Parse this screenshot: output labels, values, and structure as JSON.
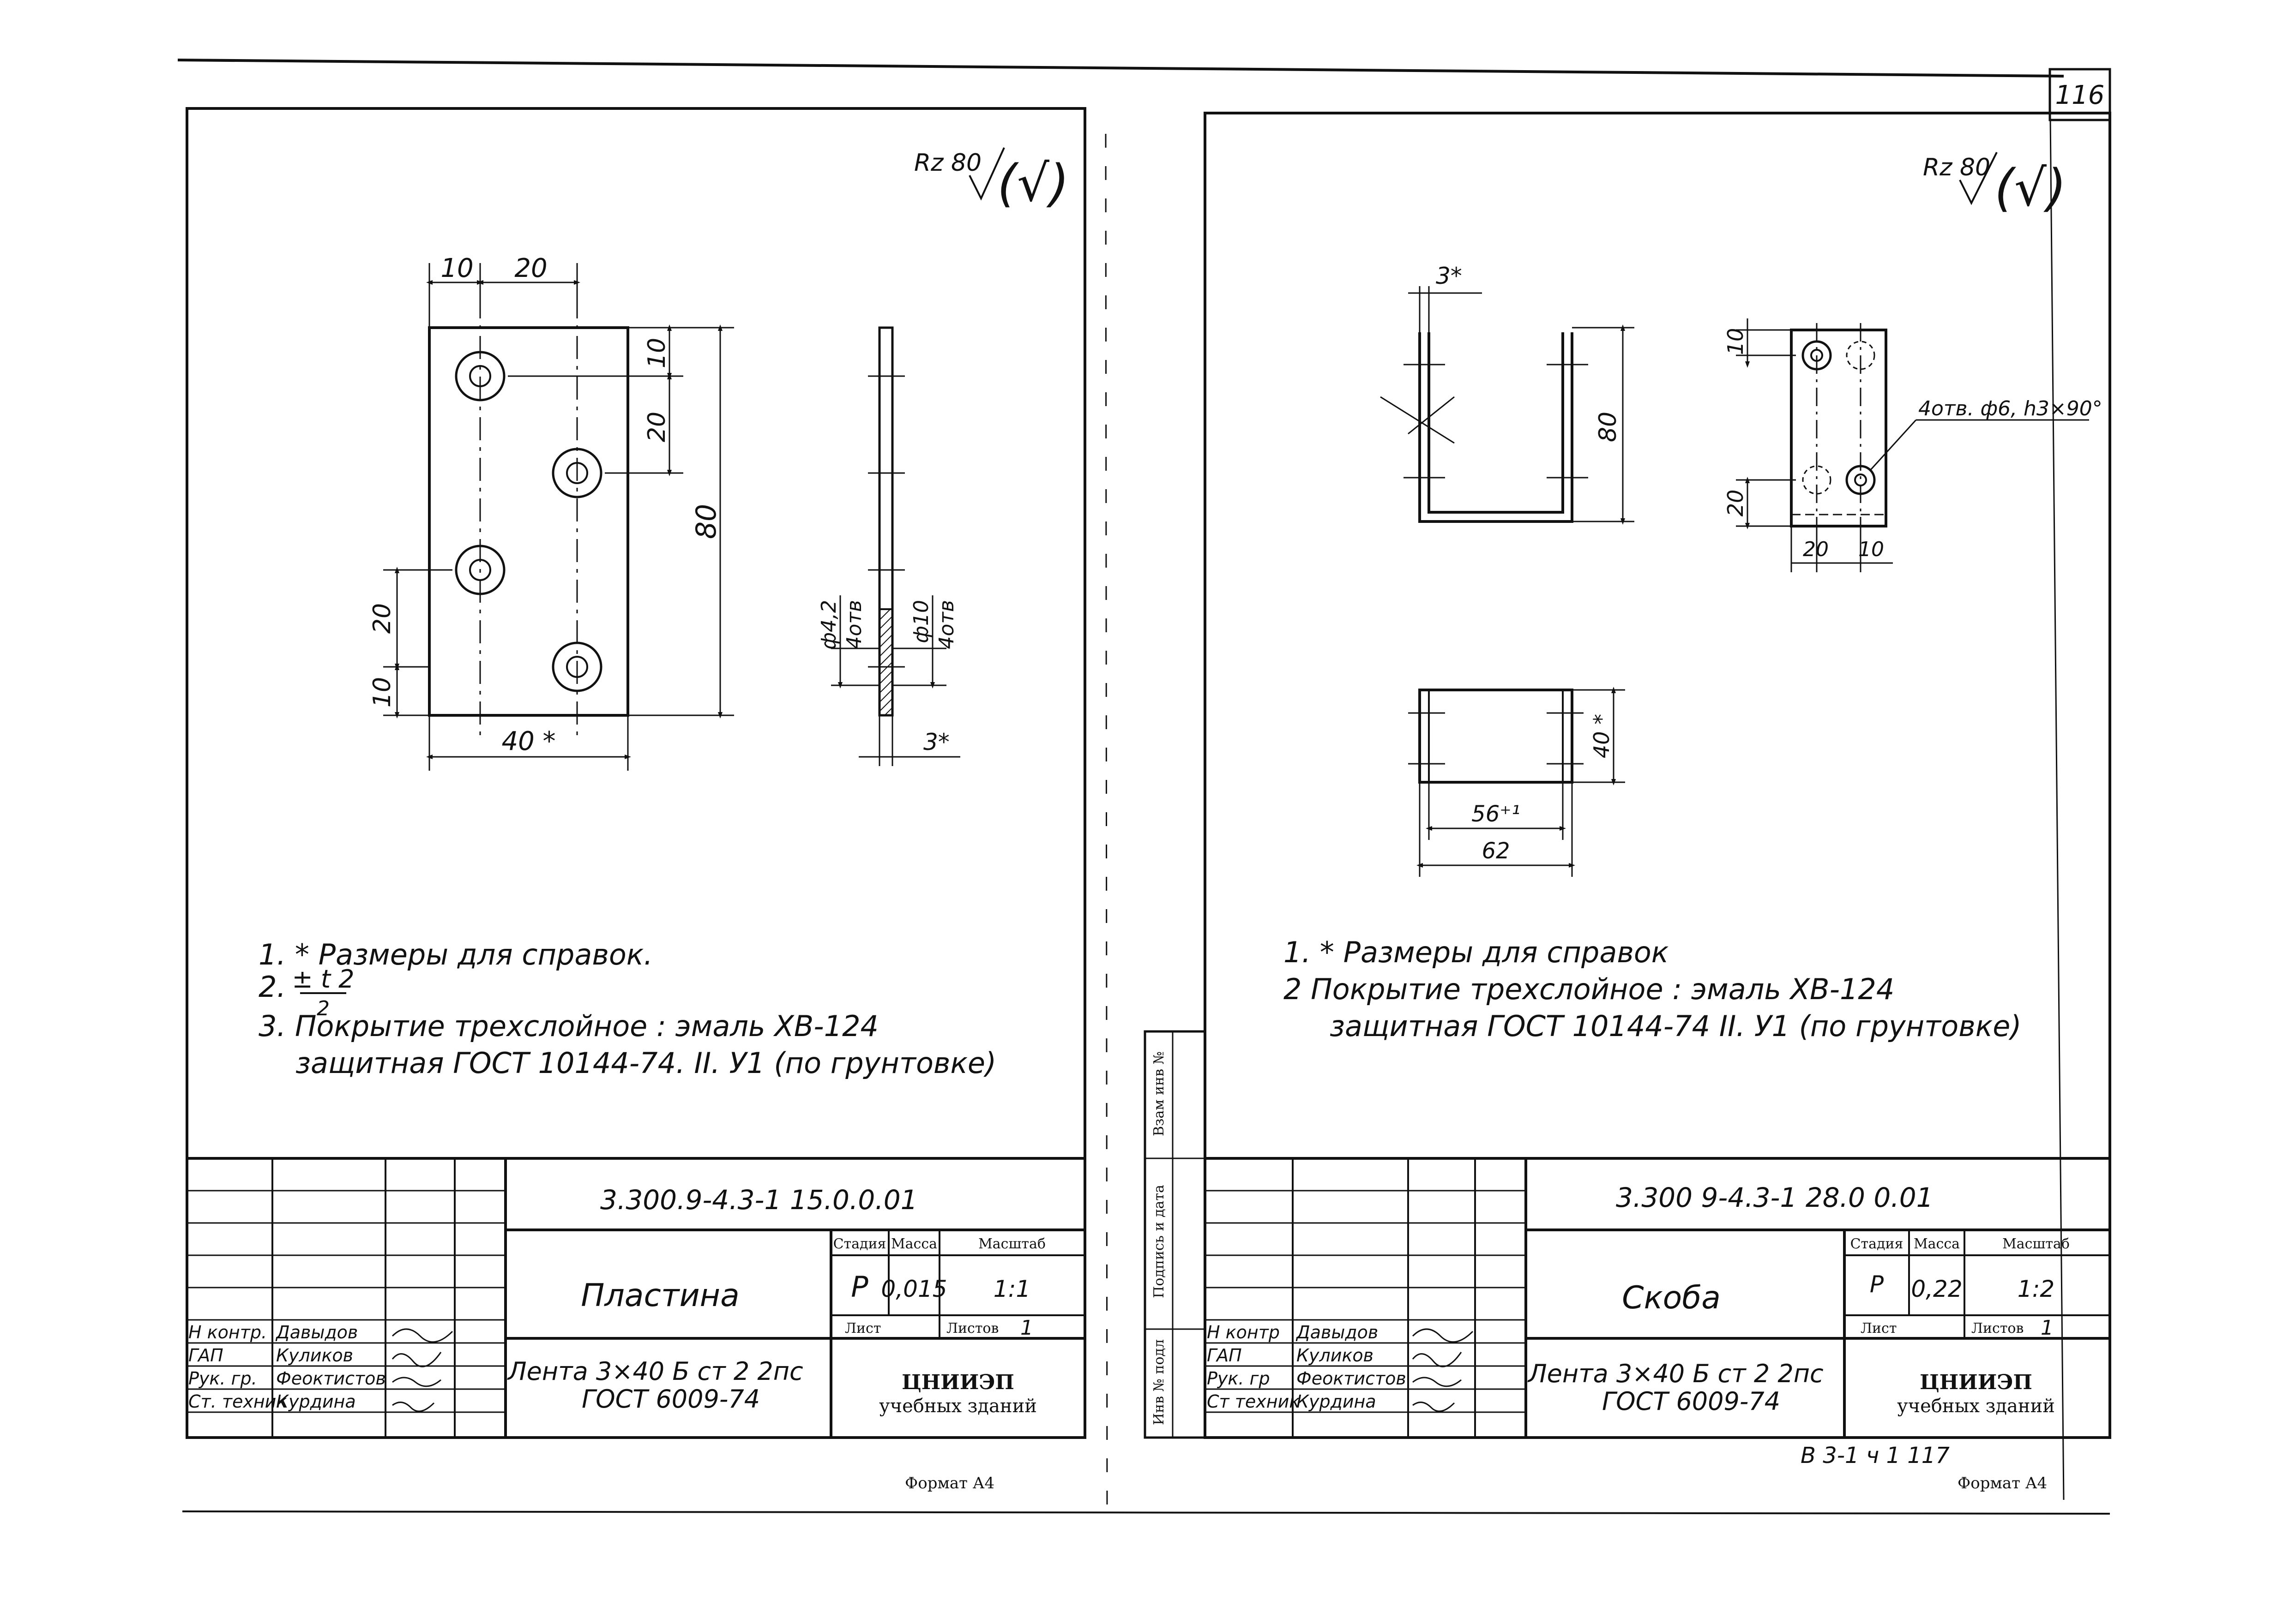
{
  "page": {
    "number": "116",
    "bottom_code": "В 3-1  ч 1    117"
  },
  "left_sheet": {
    "roughness": {
      "rz": "Rz 80",
      "mark": "(√)"
    },
    "dims": {
      "d10_top": "10",
      "d20_top": "20",
      "d10_r": "10",
      "d20_r": "20",
      "d80": "80",
      "d20_l": "20",
      "d10_l": "10",
      "d40": "40 *",
      "phi42": "ф4,2",
      "otv1": "4отв",
      "phi10": "ф10",
      "otv2": "4отв",
      "d3": "3*"
    },
    "notes": [
      "1. * Размеры  для  справок.",
      "2.",
      "3. Покрытие  трехслойное : эмаль ХВ-124",
      "защитная  ГОСТ 10144-74. II. У1 (по грунтовке)"
    ],
    "tol": {
      "num": "± t 2",
      "den": "2"
    },
    "title_block": {
      "code": "3.300.9-4.3-1 15.0.0.01",
      "name": "Пластина",
      "col_headers": [
        "Стадия",
        "Масса",
        "Масштаб"
      ],
      "stage": "Р",
      "mass": "0,015",
      "scale": "1:1",
      "sheet_label": "Лист",
      "sheets_label": "Листов",
      "sheets": "1",
      "material_1": "Лента 3×40 Б ст 2 2пс",
      "material_2": "ГОСТ 6009-74",
      "org_1": "ЦНИИЭП",
      "org_2": "учебных зданий",
      "roles": [
        {
          "role": "Н контр.",
          "name": "Давыдов"
        },
        {
          "role": "ГАП",
          "name": "Куликов"
        },
        {
          "role": "Рук. гр.",
          "name": "Феоктистов"
        },
        {
          "role": "Ст. техник",
          "name": "Курдина"
        }
      ]
    },
    "format": "Формат А4"
  },
  "right_sheet": {
    "roughness": {
      "rz": "Rz 80",
      "mark": "(√)"
    },
    "dims": {
      "d3": "3*",
      "d80": "80",
      "d10": "10",
      "d20": "20",
      "d20_b": "20",
      "d10_b": "10",
      "d40": "40 *",
      "d56": "56⁺¹",
      "d62": "62"
    },
    "holes_note": "4отв. ф6, h3×90°",
    "notes": [
      "1. * Размеры  для  справок",
      "2  Покрытие  трехслойное : эмаль ХВ-124",
      "защитная  ГОСТ 10144-74 II. У1 (по грунтовке)"
    ],
    "title_block": {
      "code": "3.300 9-4.3-1 28.0 0.01",
      "name": "Скоба",
      "col_headers": [
        "Стадия",
        "Масса",
        "Масштаб"
      ],
      "stage": "Р",
      "mass": "0,22",
      "scale": "1:2",
      "sheet_label": "Лист",
      "sheets_label": "Листов",
      "sheets": "1",
      "material_1": "Лента 3×40 Б ст 2  2пс",
      "material_2": "ГОСТ 6009-74",
      "org_1": "ЦНИИЭП",
      "org_2": "учебных зданий",
      "roles": [
        {
          "role": "Н контр",
          "name": "Давыдов"
        },
        {
          "role": "ГАП",
          "name": "Куликов"
        },
        {
          "role": "Рук. гр",
          "name": "Феоктистов"
        },
        {
          "role": "Ст техник",
          "name": "Курдина"
        }
      ],
      "side_labels": [
        "Взам инв №",
        "Подпись и дата",
        "Инв № подл"
      ]
    },
    "format": "Формат А4"
  }
}
